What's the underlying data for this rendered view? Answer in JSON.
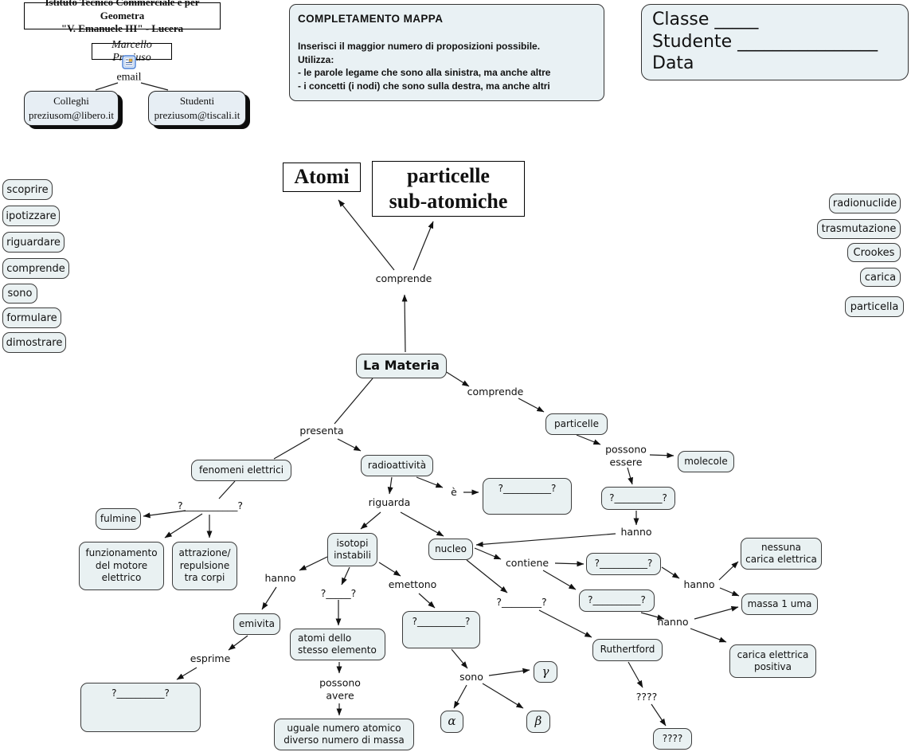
{
  "institute_header": {
    "name": "Istituto Tecnico Commerciale e per Geometra\n\"V. Emanuele III\" - Lucera"
  },
  "author_block": {
    "author": "Marcello Preziuso",
    "email_label": "email",
    "email_icon": "document-email-icon",
    "colleagues": "Colleghi\npreziusom@libero.it",
    "students": "Studenti\npreziusom@tiscali.it"
  },
  "instructions": {
    "title": "COMPLETAMENTO MAPPA",
    "line1": "Inserisci il maggior numero di proposizioni possibile.",
    "line2": "Utilizza:",
    "line3": "- le parole legame che sono alla sinistra, ma anche altre",
    "line4": "- i concetti (i nodi) che sono sulla destra, ma anche altri"
  },
  "student_info": {
    "classe": "Classe _____",
    "studente": "Studente ________________",
    "data": "Data"
  },
  "word_bank_left": [
    "scoprire",
    "ipotizzare",
    "riguardare",
    "comprende",
    "sono",
    "formulare",
    "dimostrare"
  ],
  "word_bank_right": [
    "radionuclide",
    "trasmutazione",
    "Crookes",
    "carica",
    "particella"
  ],
  "map": {
    "concepts": {
      "atomi": "Atomi",
      "subatomic": "particelle\nsub-atomiche",
      "la_materia": "La Materia",
      "particelle": "particelle",
      "molecole": "molecole",
      "fenomeni_elettrici": "fenomeni elettrici",
      "radioattivita": "radioattività",
      "fulmine": "fulmine",
      "funzionamento": "funzionamento\ndel motore\nelettrico",
      "attrazione": "attrazione/\nrepulsione\ntra corpi",
      "isotopi": "isotopi\ninstabili",
      "nucleo": "nucleo",
      "emivita": "emivita",
      "atomi_stesso": "atomi dello\nstesso elemento",
      "uguale": "uguale numero atomico\ndiverso numero di massa",
      "gamma": "γ",
      "alpha": "α",
      "beta": "β",
      "ruthertford": "Ruthertford",
      "nessuna": "nessuna\ncarica elettrica",
      "massa": "massa 1 uma",
      "carica_positiva": "carica elettrica\npositiva",
      "unknown_a": "?__________?",
      "unknown_c": "?__________?",
      "unknown_e": "?__________?",
      "unknown_f": "?__________?",
      "unknown_g": "?__________?",
      "unknown_h": "?__________?",
      "unknown_r": "????"
    },
    "links": {
      "comprende_top": "comprende",
      "comprende_right": "comprende",
      "presenta": "presenta",
      "possono_essere": "possono\nessere",
      "hanno_a": "hanno",
      "unknown_link_b": "?___________?",
      "e_verb": "è",
      "riguarda": "riguarda",
      "hanno_b": "hanno",
      "unknown_link_d": "?_____?",
      "emettono": "emettono",
      "esprime": "esprime",
      "possono_avere": "possono\navere",
      "sono": "sono",
      "contiene": "contiene",
      "unknown_link_i": "?________?",
      "hanno_c": "hanno",
      "hanno_d": "hanno",
      "unknown_link_r": "????"
    }
  }
}
